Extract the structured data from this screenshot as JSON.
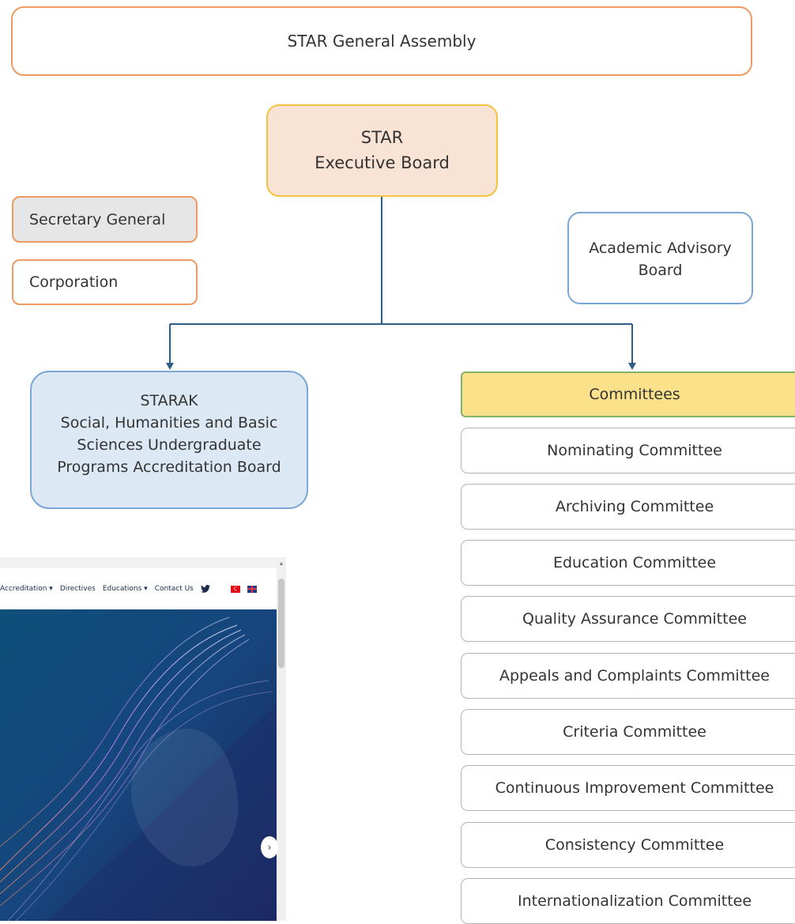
{
  "diagram": {
    "general_assembly": "STAR General Assembly",
    "executive_board": {
      "line1": "STAR",
      "line2": "Executive Board"
    },
    "secretary_general": "Secretary General",
    "corporation": "Corporation",
    "academic_advisory_board": {
      "line1": "Academic Advisory",
      "line2": "Board"
    },
    "starak": {
      "line1": "STARAK",
      "line2": "Social, Humanities and Basic",
      "line3": "Sciences Undergraduate",
      "line4": "Programs Accreditation Board"
    },
    "committees_header": "Committees",
    "committees": [
      "Nominating Committee",
      "Archiving Committee",
      "Education Committee",
      "Quality Assurance Committee",
      "Appeals and Complaints Committee",
      "Criteria Committee",
      "Continuous Improvement Committee",
      "Consistency Committee",
      "Internationalization Committee"
    ]
  },
  "website": {
    "nav": [
      "Accreditation ▾",
      "Directives",
      "Educations ▾",
      "Contact Us"
    ],
    "flag_tr": "C",
    "next_arrow": "›",
    "scroll_up": "▴"
  },
  "colors": {
    "orange_border": "#ed9a63",
    "peach_fill": "#f9e3d5",
    "yellow_border": "#f5c342",
    "blue_border": "#7ba7d6",
    "blue_fill": "#dce9f5",
    "committees_fill": "#fbe28a",
    "connector": "#2e5d8a"
  }
}
